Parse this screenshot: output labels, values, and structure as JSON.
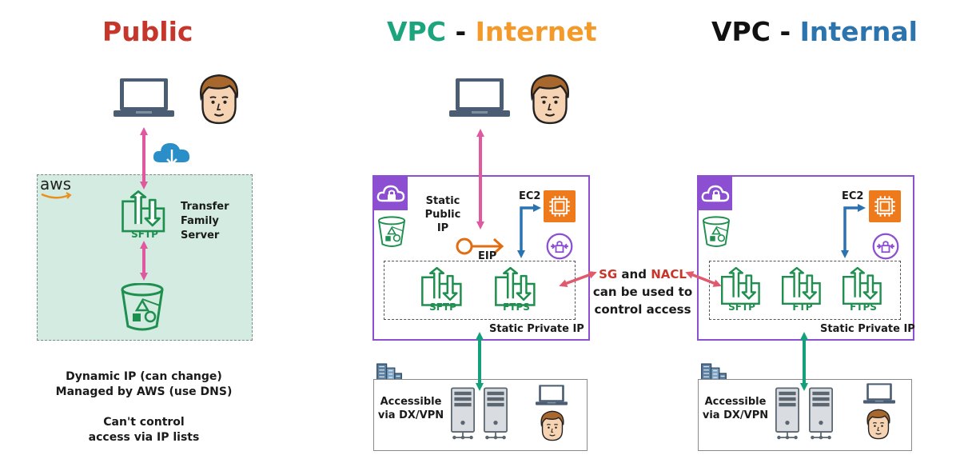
{
  "titles": {
    "public": "Public",
    "vpc_internet_a": "VPC",
    "vpc_internet_dash": " - ",
    "vpc_internet_b": "Internet",
    "vpc_internal_a": "VPC",
    "vpc_internal_dash": " - ",
    "vpc_internal_b": "Internal"
  },
  "public": {
    "aws_logo": "aws",
    "server_label": [
      "Transfer",
      "Family",
      "Server"
    ],
    "sftp_label": "SFTP",
    "notes": [
      "Dynamic IP (can change)",
      "Managed by AWS (use DNS)",
      "",
      "Can't control",
      "access via IP lists"
    ]
  },
  "vpc_internet": {
    "static_public_ip": [
      "Static",
      "Public",
      "IP"
    ],
    "ec2_label": "EC2",
    "eip_label": "EIP",
    "protocols": [
      "SFTP",
      "FTPS"
    ],
    "static_private_ip": "Static Private IP",
    "onprem_label": [
      "Accessible",
      "via DX/VPN"
    ]
  },
  "middle_note": {
    "sg": "SG",
    "and": " and ",
    "nacl": "NACL",
    "line2": "can be used to",
    "line3": "control access"
  },
  "vpc_internal": {
    "ec2_label": "EC2",
    "protocols": [
      "SFTP",
      "FTP",
      "FTPS"
    ],
    "static_private_ip": "Static Private IP",
    "onprem_label": [
      "Accessible",
      "via DX/VPN"
    ]
  },
  "colors": {
    "public_red": "#c7362b",
    "vpc_green": "#1aa57d",
    "internet_orange": "#f39a2a",
    "internal_blue": "#2b74ad",
    "pink_arrow": "#e0599e",
    "teal_arrow": "#13a07a",
    "blue_arrow": "#2a73b3",
    "vpc_purple": "#8c4fd1",
    "ec2_orange": "#ee7a1b",
    "service_green": "#1e8f4e"
  }
}
